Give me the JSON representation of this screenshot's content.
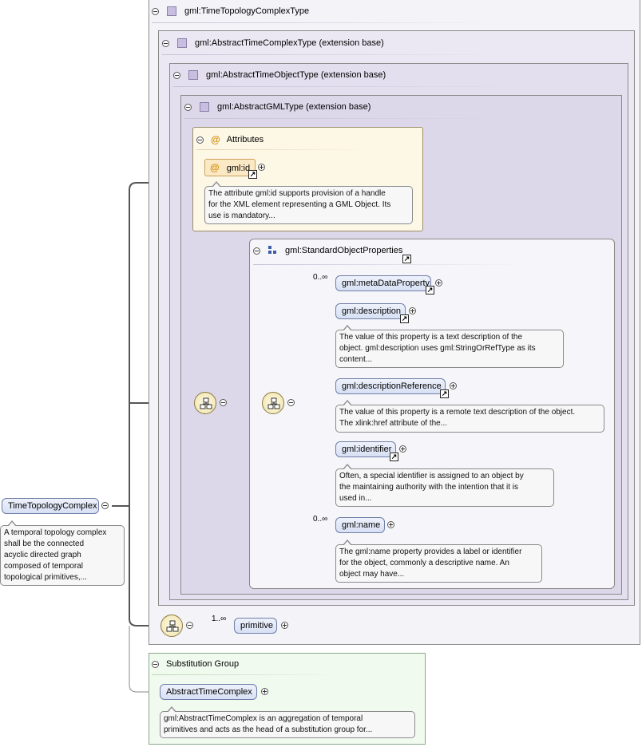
{
  "root": {
    "name": "TimeTopologyComplex",
    "doc": [
      "A temporal topology complex",
      "shall be the connected",
      "acyclic directed graph",
      "composed of temporal",
      "topological primitives,..."
    ]
  },
  "types": {
    "time_topology_complex_type": "gml:TimeTopologyComplexType",
    "abstract_time_complex_type": "gml:AbstractTimeComplexType (extension base)",
    "abstract_time_object_type": "gml:AbstractTimeObjectType (extension base)",
    "abstract_gml_type": "gml:AbstractGMLType (extension base)"
  },
  "attributes": {
    "title": "Attributes",
    "id_label": "gml:id",
    "id_doc": [
      "The attribute gml:id supports provision of a handle",
      "for the XML element representing a GML Object. Its",
      "use is mandatory..."
    ]
  },
  "standard_object_properties": {
    "title": "gml:StandardObjectProperties",
    "elements": [
      {
        "name": "gml:metaDataProperty",
        "card": "0..∞",
        "doc": []
      },
      {
        "name": "gml:description",
        "card": "",
        "doc": [
          "The value of this property is a text description of the",
          "object. gml:description uses gml:StringOrRefType as its",
          "content..."
        ]
      },
      {
        "name": "gml:descriptionReference",
        "card": "",
        "doc": [
          "The value of this property is a remote text description of the object.",
          "The xlink:href attribute of the..."
        ]
      },
      {
        "name": "gml:identifier",
        "card": "",
        "doc": [
          "Often, a special identifier is assigned to an object by",
          "the maintaining authority with the intention that it is",
          "used in..."
        ]
      },
      {
        "name": "gml:name",
        "card": "0..∞",
        "doc": [
          "The gml:name property provides a label or identifier",
          "for the object, commonly a descriptive name. An",
          "object may have..."
        ]
      }
    ]
  },
  "primitive": {
    "name": "primitive",
    "card": "1..∞"
  },
  "substitution": {
    "title": "Substitution Group",
    "name": "AbstractTimeComplex",
    "doc": [
      "gml:AbstractTimeComplex is an aggregation of temporal",
      "primitives and acts as the head of a substitution group for..."
    ]
  },
  "colors": {
    "element_fill": "#dbe3f5",
    "attribute_fill": "#fbe9c6",
    "type_fill": "#e3dfee",
    "substitution_fill": "#f1faef"
  },
  "icons": [
    "minus-collapse-icon",
    "plus-expand-icon",
    "type-icon",
    "attribute-icon",
    "group-icon",
    "link-arrow-icon",
    "sequence-icon"
  ]
}
